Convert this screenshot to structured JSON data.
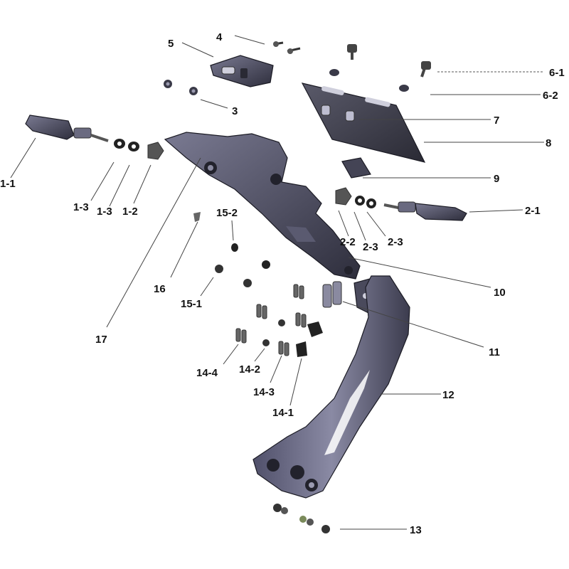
{
  "labels": {
    "p1_1": "1-1",
    "p1_2": "1-2",
    "p1_3a": "1-3",
    "p1_3b": "1-3",
    "p2_1": "2-1",
    "p2_2": "2-2",
    "p2_3a": "2-3",
    "p2_3b": "2-3",
    "p3": "3",
    "p4": "4",
    "p5": "5",
    "p6_1": "6-1",
    "p6_2": "6-2",
    "p7": "7",
    "p8": "8",
    "p9": "9",
    "p10": "10",
    "p11": "11",
    "p12": "12",
    "p13": "13",
    "p14_1": "14-1",
    "p14_2": "14-2",
    "p14_3": "14-3",
    "p14_4": "14-4",
    "p15_1": "15-1",
    "p15_2": "15-2",
    "p16": "16",
    "p17": "17"
  },
  "colors": {
    "part_dark": "#3a3a4a",
    "part_mid": "#6a6a80",
    "part_light": "#9a9ab0",
    "background": "#ffffff"
  }
}
